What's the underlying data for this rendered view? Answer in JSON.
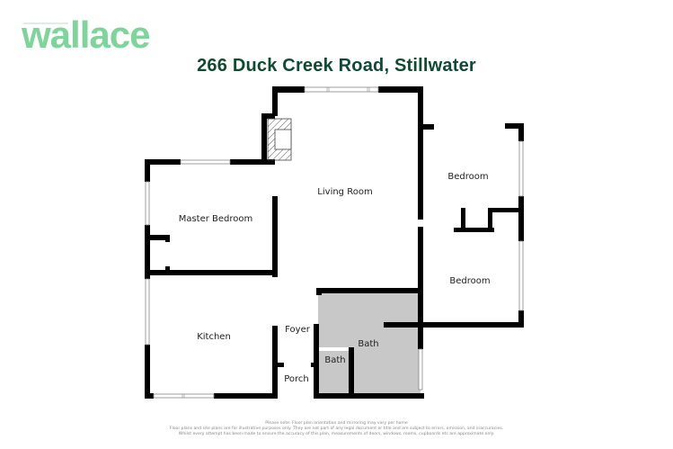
{
  "brand": {
    "logo_text": "wallace",
    "color": "#7fd49a"
  },
  "header": {
    "title": "266 Duck Creek Road, Stillwater",
    "color": "#0f4a33"
  },
  "rooms": {
    "living_room": "Living Room",
    "master_bedroom": "Master Bedroom",
    "bedroom_1": "Bedroom",
    "bedroom_2": "Bedroom",
    "kitchen": "Kitchen",
    "foyer": "Foyer",
    "bath_main": "Bath",
    "bath_small": "Bath",
    "porch": "Porch"
  },
  "footer": {
    "line1": "Please note: Floor plan orientation and mirroring may vary per home",
    "line2": "Floor plans and site plans are for illustrative purposes only. They are not part of any legal document or title and are subject to errors, omission, and inaccuracies.",
    "line3": "Whilst every attempt has been made to ensure the accuracy of this plan, measurements of doors, windows, rooms, cupboards etc are approximate only."
  }
}
